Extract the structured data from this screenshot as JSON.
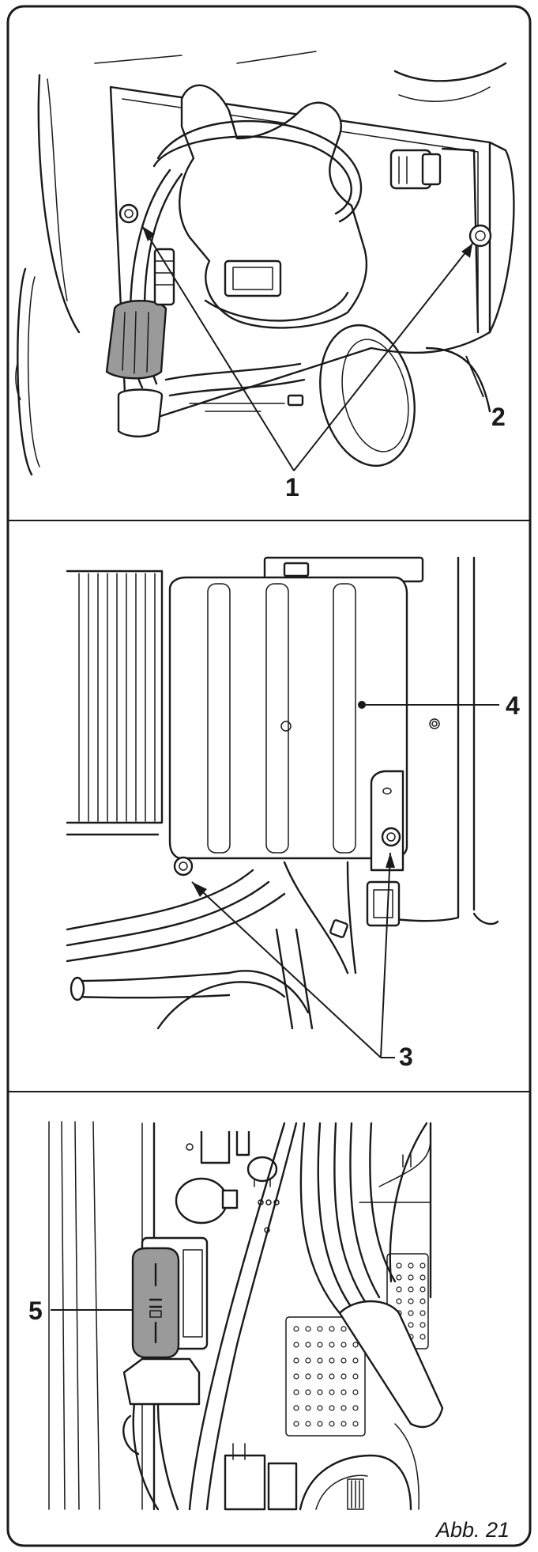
{
  "figure": {
    "caption": "Abb. 21",
    "callouts": {
      "c1": "1",
      "c2": "2",
      "c3": "3",
      "c4": "4",
      "c5": "5"
    },
    "colors": {
      "line": "#1a1a1a",
      "fuse_fill": "#9a9a9a",
      "background": "#ffffff"
    }
  }
}
